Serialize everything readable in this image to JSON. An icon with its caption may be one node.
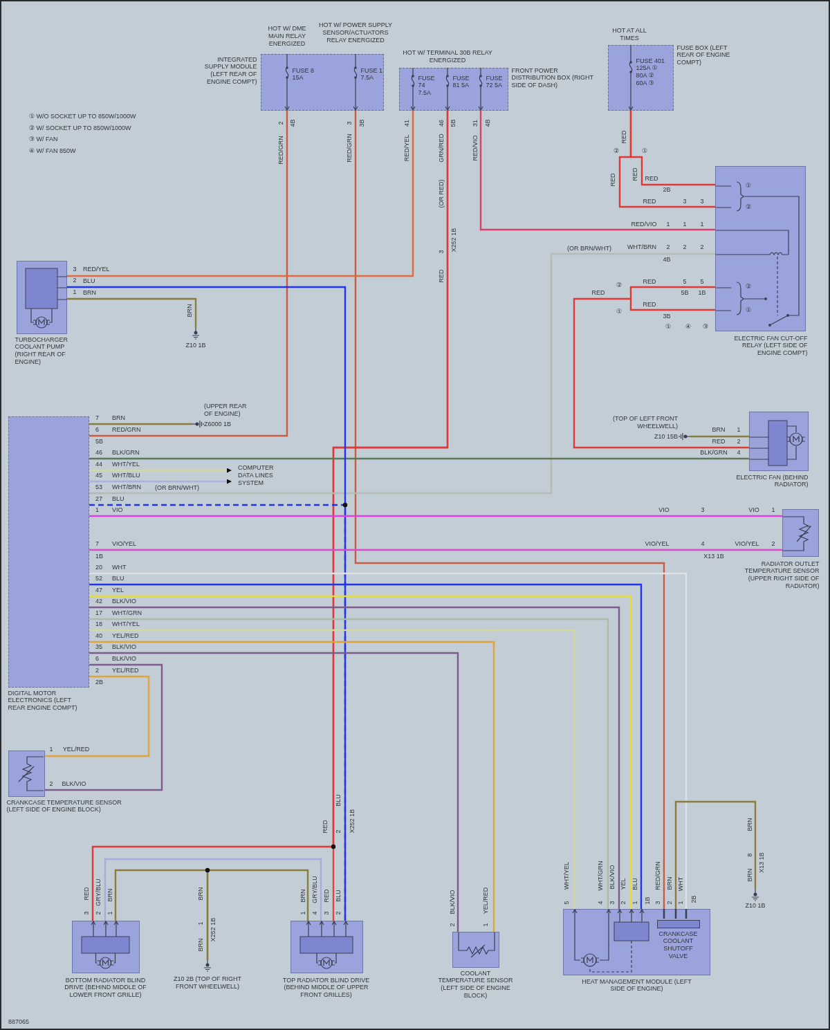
{
  "diagram": {
    "nodes": [
      {
        "text": [
          "INTEGRATED SUPPLY MODULE (LEFT REAR OF ENGINE COMPT)"
        ]
      },
      {
        "text": [
          "FUSE 8 15A"
        ],
        "in": 0
      },
      {
        "text": [
          "FUSE 1 7.5A"
        ],
        "in": 0
      },
      {
        "text": [
          "FRONT POWER DISTRIBUTION BOX (RIGHT SIDE OF DASH)"
        ]
      },
      {
        "text": [
          "FUSE 74 7.5A"
        ],
        "in": 3
      },
      {
        "text": [
          "FUSE 81 5A"
        ],
        "in": 3
      },
      {
        "text": [
          "FUSE 72 5A"
        ],
        "in": 3
      },
      {
        "text": [
          "FUSE BOX (LEFT REAR OF ENGINE COMPT)"
        ]
      },
      {
        "text": [
          "FUSE 401 125A ① 80A ② 60A ③"
        ],
        "in": 7
      },
      {
        "text": [
          "ELECTRIC FAN CUT-OFF RELAY (LEFT SIDE OF ENGINE COMPT)"
        ]
      },
      {
        "text": [
          "TURBOCHARGER COOLANT PUMP (RIGHT REAR OF ENGINE)"
        ]
      },
      {
        "text": [
          "Z10 1B"
        ]
      },
      {
        "text": [
          "DIGITAL MOTOR ELECTRONICS (LEFT REAR ENGINE COMPT)"
        ]
      },
      {
        "text": [
          "(UPPER REAR OF ENGINE)",
          "Z6000 1B"
        ]
      },
      {
        "text": [
          "COMPUTER DATA LINES SYSTEM"
        ]
      },
      {
        "text": [
          "(TOP OF LEFT FRONT WHEELWELL)",
          "Z10 15B"
        ]
      },
      {
        "text": [
          "ELECTRIC FAN (BEHIND RADIATOR)"
        ]
      },
      {
        "text": [
          "RADIATOR OUTLET TEMPERATURE SENSOR (UPPER RIGHT SIDE OF RADIATOR)"
        ]
      },
      {
        "text": [
          "CRANKCASE TEMPERATURE SENSOR (LEFT SIDE OF ENGINE BLOCK)"
        ]
      },
      {
        "text": [
          "BOTTOM RADIATOR BLIND DRIVE (BEHIND MIDDLE OF LOWER FRONT GRILLE)"
        ]
      },
      {
        "text": [
          "Z10 2B (TOP OF RIGHT FRONT WHEELWELL)"
        ]
      },
      {
        "text": [
          "TOP RADIATOR BLIND DRIVE (BEHIND MIDDLE OF UPPER FRONT GRILLES)"
        ]
      },
      {
        "text": [
          "COOLANT TEMPERATURE SENSOR (LEFT SIDE OF ENGINE BLOCK)"
        ]
      },
      {
        "text": [
          "HEAT MANAGEMENT MODULE (LEFT SIDE OF ENGINE)"
        ]
      },
      {
        "text": [
          "CRANKCASE COOLANT SHUTOFF VALVE"
        ],
        "in": 23
      },
      {
        "text": [
          "Z10 1B"
        ]
      }
    ],
    "edges": [
      {
        "from": 1,
        "to": 12,
        "arrow": "none",
        "label": "RED/GRN",
        "color": "#cc5a40"
      },
      {
        "from": 2,
        "to": 23,
        "arrow": "none",
        "label": "RED/GRN",
        "color": "#cc5a40"
      },
      {
        "from": 4,
        "to": 10,
        "arrow": "none",
        "label": "RED/YEL",
        "color": "#e26a3c"
      },
      {
        "from": 5,
        "to": 21,
        "arrow": "none",
        "label": "GRN/RED",
        "color": "#d84a3c"
      },
      {
        "from": 5,
        "to": 19,
        "arrow": "none",
        "label": "RED",
        "color": "#e03838"
      },
      {
        "from": 6,
        "to": 9,
        "arrow": "none",
        "label": "RED/VIO",
        "color": "#d8406a"
      },
      {
        "from": 8,
        "to": 9,
        "arrow": "none",
        "label": "RED",
        "color": "#e03838"
      },
      {
        "from": 8,
        "to": 9,
        "arrow": "none",
        "label": "RED",
        "color": "#e03838"
      },
      {
        "from": 9,
        "to": 16,
        "arrow": "none",
        "label": "RED",
        "color": "#e03838"
      },
      {
        "from": 12,
        "to": 9,
        "arrow": "none",
        "label": "WHT/BRN",
        "color": "#b4bab4"
      },
      {
        "from": 12,
        "to": 16,
        "arrow": "none",
        "label": "BLK/GRN",
        "color": "#587a5a"
      },
      {
        "from": 12,
        "to": 14,
        "arrow": "to",
        "label": "WHT/YEL",
        "color": "#d2d8a0"
      },
      {
        "from": 12,
        "to": 14,
        "arrow": "to",
        "label": "WHT/BLU",
        "color": "#aab0de"
      },
      {
        "from": 10,
        "to": 21,
        "arrow": "none",
        "label": "BLU",
        "color": "#2234e6"
      },
      {
        "from": 12,
        "to": 21,
        "arrow": "none",
        "label": "BLU",
        "color": "#2234e6",
        "style": "dashed"
      },
      {
        "from": 10,
        "to": 11,
        "arrow": "none",
        "label": "BRN",
        "color": "#8a7c3c"
      },
      {
        "from": 12,
        "to": 13,
        "arrow": "none",
        "label": "BRN",
        "color": "#8a7c3c"
      },
      {
        "from": 12,
        "to": 17,
        "arrow": "none",
        "label": "VIO",
        "color": "#e03ee0"
      },
      {
        "from": 12,
        "to": 17,
        "arrow": "none",
        "label": "VIO/YEL",
        "color": "#d84cc8"
      },
      {
        "from": 12,
        "to": 23,
        "arrow": "none",
        "label": "WHT",
        "color": "#dde2e6"
      },
      {
        "from": 12,
        "to": 23,
        "arrow": "none",
        "label": "BLU",
        "color": "#2234e6"
      },
      {
        "from": 12,
        "to": 23,
        "arrow": "none",
        "label": "YEL",
        "color": "#e6e030"
      },
      {
        "from": 12,
        "to": 23,
        "arrow": "none",
        "label": "BLK/VIO",
        "color": "#7c5c8c"
      },
      {
        "from": 12,
        "to": 23,
        "arrow": "none",
        "label": "WHT/GRN",
        "color": "#a8bca8"
      },
      {
        "from": 12,
        "to": 23,
        "arrow": "none",
        "label": "WHT/YEL",
        "color": "#d2d8a0"
      },
      {
        "from": 12,
        "to": 22,
        "arrow": "none",
        "label": "YEL/RED",
        "color": "#e0a43a"
      },
      {
        "from": 12,
        "to": 22,
        "arrow": "none",
        "label": "BLK/VIO",
        "color": "#7c5c8c"
      },
      {
        "from": 12,
        "to": 18,
        "arrow": "none",
        "label": "BLK/VIO",
        "color": "#7c5c8c"
      },
      {
        "from": 12,
        "to": 18,
        "arrow": "none",
        "label": "YEL/RED",
        "color": "#e0a43a"
      },
      {
        "from": 23,
        "to": 25,
        "arrow": "none",
        "label": "BRN",
        "color": "#8a7c3c"
      },
      {
        "from": 19,
        "to": 21,
        "arrow": "none",
        "label": "GRY/BLU",
        "color": "#a6acdc"
      },
      {
        "from": 19,
        "to": 20,
        "arrow": "none",
        "label": "BRN",
        "color": "#8a7c3c"
      },
      {
        "from": 21,
        "to": 20,
        "arrow": "none",
        "label": "BRN",
        "color": "#8a7c3c"
      },
      {
        "from": 15,
        "to": 16,
        "arrow": "none",
        "color": "#8a7c3c"
      },
      {
        "from": 23,
        "to": 24,
        "arrow": "none",
        "color": "#3a3e52"
      },
      {
        "from": 23,
        "to": 24,
        "arrow": "none",
        "color": "#3a3e52"
      },
      {
        "from": 23,
        "to": 24,
        "arrow": "none",
        "color": "#3a3e52"
      }
    ],
    "labels": [
      "HOT W/ DME MAIN RELAY ENERGIZED",
      "HOT W/ POWER SUPPLY SENSOR/ACTUATORS RELAY ENERGIZED",
      "HOT W/ TERMINAL 30B RELAY ENERGIZED",
      "HOT AT ALL TIMES",
      "① W/O SOCKET UP TO 850W/1000W",
      "② W/ SOCKET UP TO 850W/1000W",
      "③ W/ FAN",
      "④ W/ FAN 850W",
      "2",
      "4B",
      "3",
      "3B",
      "41",
      "46",
      "5B",
      "31",
      "4B",
      "(OR RED)",
      "3",
      "X252 1B",
      "RED",
      "RED",
      "②",
      "①",
      "RED",
      "2B",
      "RED",
      "3",
      "3",
      "RED/VIO",
      "1",
      "1",
      "1",
      "(OR BRN/WHT)",
      "2",
      "2",
      "2",
      "4B",
      "②",
      "①",
      "RED",
      "5",
      "5",
      "5B",
      "1B",
      "RED",
      "3B",
      "①",
      "④",
      "③",
      "①",
      "②",
      "②",
      "①",
      "3",
      "2",
      "1",
      "BRN",
      "7",
      "6",
      "5B",
      "46",
      "44",
      "45",
      "53",
      "(OR BRN/WHT)",
      "27",
      "1",
      "7",
      "1B",
      "20",
      "52",
      "47",
      "42",
      "17",
      "18",
      "40",
      "35",
      "6",
      "2",
      "2B",
      "BRN",
      "1",
      "RED",
      "2",
      "BLK/GRN",
      "4",
      "VIO",
      "3",
      "VIO",
      "1",
      "VIO/YEL",
      "4",
      "X13 1B",
      "VIO/YEL",
      "2",
      "1",
      "YEL/RED",
      "2",
      "BLK/VIO",
      "RED",
      "BLU",
      "2",
      "X252 1B",
      "3",
      "2",
      "1",
      "BRN",
      "1",
      "X252 1B",
      "BRN",
      "GRY/BLU",
      "RED",
      "BLU",
      "1",
      "4",
      "3",
      "2",
      "BLK/VIO",
      "YEL/RED",
      "2",
      "1",
      "WHT/YEL",
      "WHT/GRN",
      "BLK/VIO",
      "YEL",
      "BLU",
      "RED/GRN",
      "WHT",
      "5",
      "4",
      "3",
      "2",
      "1",
      "1B",
      "3",
      "2",
      "1",
      "2B",
      "BRN",
      "8",
      "X13 1B",
      "BRN",
      "887065",
      "RED/GRN",
      "RED/YEL",
      "WHT/BRN"
    ]
  }
}
